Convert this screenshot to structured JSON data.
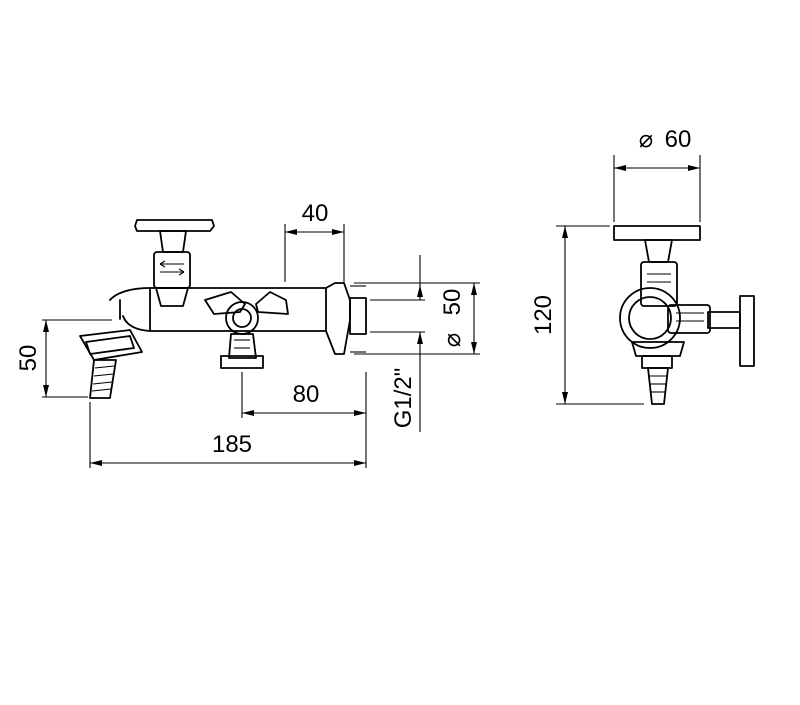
{
  "side_view": {
    "dims": {
      "width_40": "40",
      "height_50": "50",
      "offset_80": "80",
      "length_185": "185",
      "flange_dia_50": "50",
      "thread": "G1/2\""
    }
  },
  "end_view": {
    "dims": {
      "handle_dia_60": "60",
      "height_120": "120"
    }
  },
  "symbols": {
    "diameter": "⌀"
  }
}
